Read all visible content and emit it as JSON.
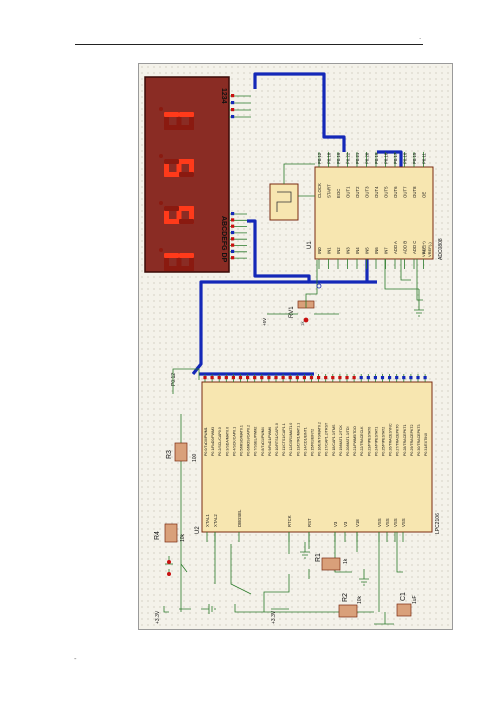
{
  "page": {
    "top_mark": "·",
    "bottom_mark": "-"
  },
  "display": {
    "digits": [
      "1",
      "2",
      "2",
      "1"
    ],
    "segment_header": "ABCDEFG DP",
    "digit_header": "1234",
    "color_on": "#ff3a1a",
    "color_off": "#8a1a10",
    "panel_color": "#8a2c24"
  },
  "adc": {
    "ref": "U1",
    "part": "ADC0808",
    "left_pins": [
      "IN0",
      "IN1",
      "IN2",
      "IN3",
      "IN4",
      "IN5",
      "IN6",
      "IN7",
      "ADD A",
      "ADD B",
      "ADD C",
      "ALE"
    ],
    "right_pins": [
      "CLOCK",
      "START",
      "EOC",
      "OUT1",
      "OUT2",
      "OUT3",
      "OUT4",
      "OUT5",
      "OUT6",
      "OUT7",
      "OUT8",
      "OE"
    ],
    "vref_pins": [
      "VREF(+)",
      "VREF(-)"
    ],
    "net_labels": [
      "P0.12",
      "P0.18",
      "P0.16",
      "P0.22",
      "P0.21",
      "P0.20",
      "P0.19",
      "P0.18",
      "P0.17",
      "P0.16",
      "P0.15",
      "P0.11"
    ]
  },
  "pot": {
    "ref": "RV1",
    "value": "1k",
    "supply": "+5V"
  },
  "mcu": {
    "ref": "U2",
    "part": "LPC2106",
    "left_pins": [
      "XTAL1",
      "XTAL2",
      "DBGSEL",
      "RTCK",
      "RST",
      "V3",
      "V3",
      "V18",
      "VSS",
      "VSS",
      "VSS",
      "VSS"
    ],
    "right_pins": [
      "P0.0/TxD0/PWM1",
      "P0.1/RxD0/PWM3",
      "P0.2/SCL/CAP0.0",
      "P0.3/SDA/MAT0.0",
      "P0.4/SCK/CAP0.1",
      "P0.5/MISO/MAT0.1",
      "P0.6/MOSI/CAP0.2",
      "P0.7/SSEL/PWM2",
      "P0.8/TxD1/PWM4",
      "P0.9/RxD1/PWM6",
      "P0.10/RTS1/CAP1.0",
      "P0.11/CTS1/CAP1.1",
      "P0.12/DSR1/MAT1.0",
      "P0.13/DTR1/MAT1.1",
      "P0.14/CD1/EINT1",
      "P0.15/RI1/EINT2",
      "P0.16/EINT0/MAT0.2",
      "P0.17/CAP1.2/TRST",
      "P0.18/CAP1.3/TMS",
      "P0.19/MAT1.2/TCK",
      "P0.20/MAT1.3/TDI",
      "P0.21/PWM5/TDO",
      "P0.22/TRACECLK",
      "P0.23/PIPESTAT0",
      "P0.24/PIPESTAT1",
      "P0.25/PIPESTAT2",
      "P0.26/TRACESYNC",
      "P0.27/TRACEPKT0",
      "P0.28/TRACEPKT1",
      "P0.29/TRACEPKT2",
      "P0.30/TRACEPKT3",
      "P0.31/EXTIN0"
    ],
    "net_label": "P0.12"
  },
  "parts": {
    "r1": {
      "ref": "R1",
      "value": "1k"
    },
    "r2": {
      "ref": "R2",
      "value": "10k"
    },
    "r3": {
      "ref": "R3",
      "value": "100"
    },
    "r4": {
      "ref": "R4",
      "value": "10k"
    },
    "c1": {
      "ref": "C1",
      "value": "1uF"
    },
    "supply": "+3.3V"
  }
}
